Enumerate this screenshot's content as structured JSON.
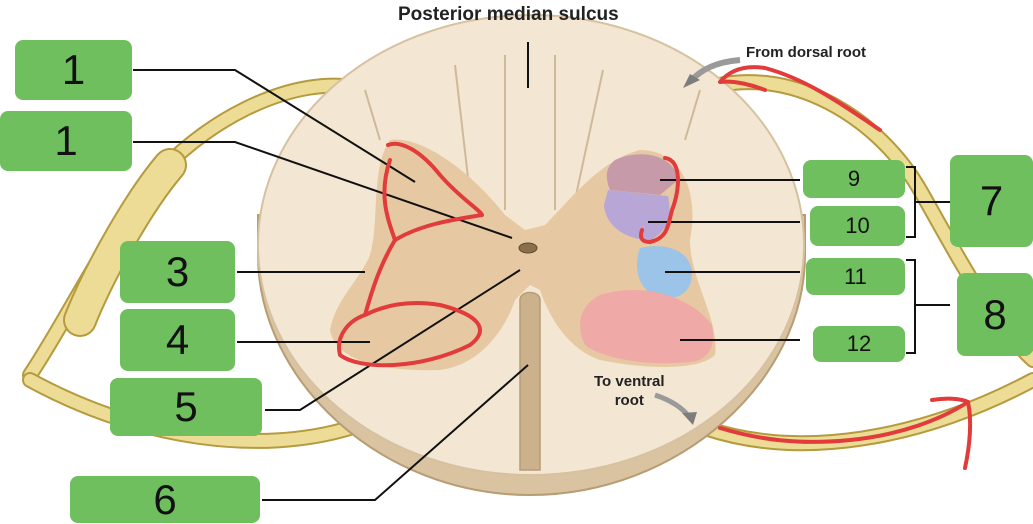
{
  "captions": {
    "posterior_median_sulcus": "Posterior median sulcus",
    "from_dorsal_root": "From dorsal root",
    "to_ventral_root": "To ventral\nroot"
  },
  "labels": {
    "l1a": "1",
    "l1b": "1",
    "l3": "3",
    "l4": "4",
    "l5": "5",
    "l6": "6",
    "l7": "7",
    "l8": "8",
    "l9": "9",
    "l10": "10",
    "l11": "11",
    "l12": "12"
  },
  "colors": {
    "label_green": "#6fbf5f",
    "white_matter": "#f3e6d2",
    "gray_matter": "#e6c9a2",
    "nerve_yellow": "#e8d78c",
    "zone_9": "#c79aa9",
    "zone_10": "#b8a6d6",
    "zone_11": "#9cc3e8",
    "zone_12": "#efaaa8",
    "annotation_red": "#e23b3b"
  }
}
